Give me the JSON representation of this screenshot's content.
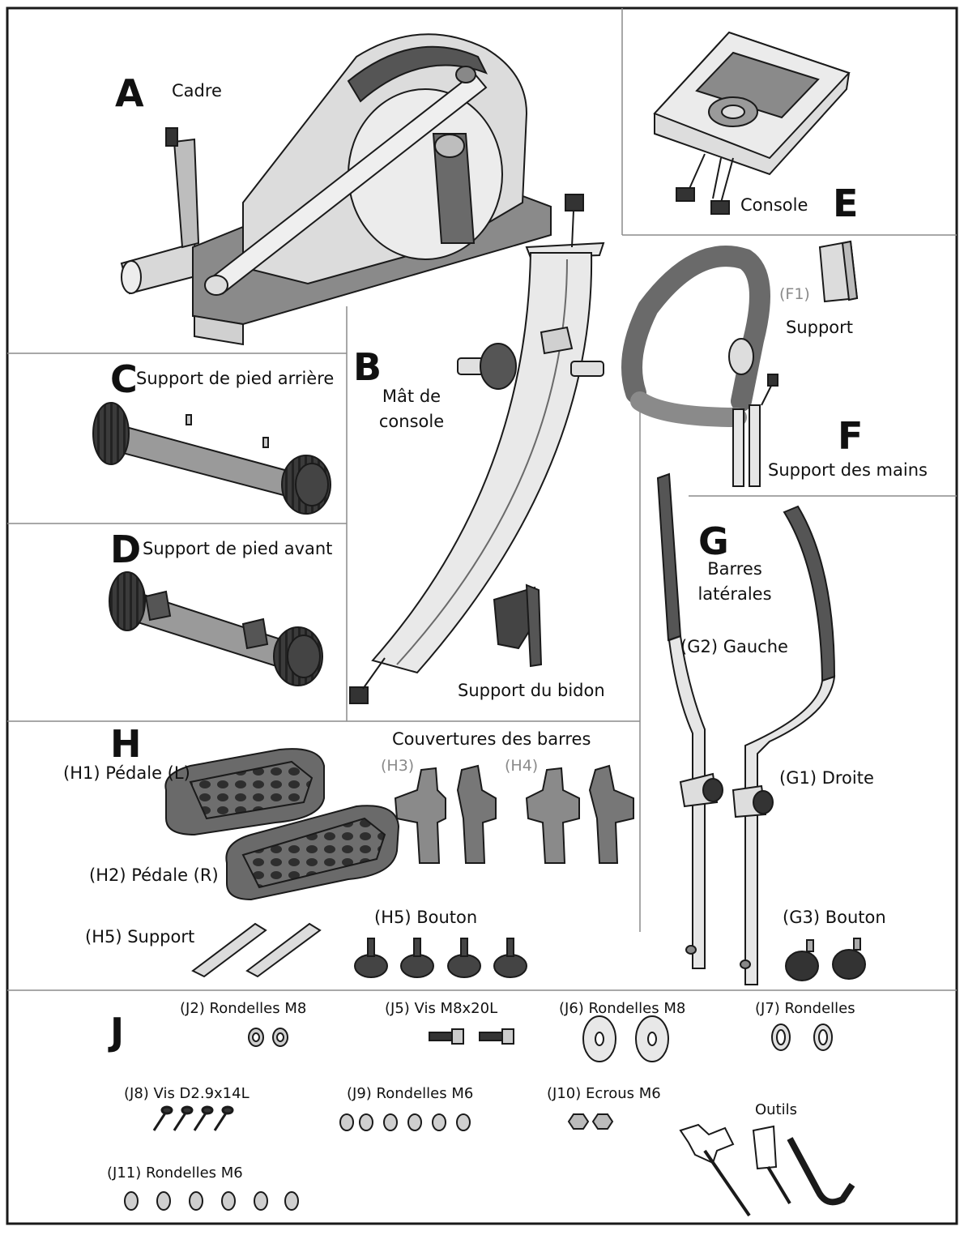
{
  "sections": {
    "A": {
      "letter": "A",
      "label": "Cadre"
    },
    "B": {
      "letter": "B",
      "label_line1": "Mât de",
      "label_line2": "console",
      "bottle_holder": "Support du bidon"
    },
    "C": {
      "letter": "C",
      "label": "Support de pied arrière"
    },
    "D": {
      "letter": "D",
      "label": "Support de pied avant"
    },
    "E": {
      "letter": "E",
      "label": "Console"
    },
    "F": {
      "letter": "F",
      "label": "Support des mains",
      "f1_code": "(F1)",
      "f1_label": "Support"
    },
    "G": {
      "letter": "G",
      "label_line1": "Barres",
      "label_line2": "latérales",
      "g2": "(G2) Gauche",
      "g1": "(G1) Droite",
      "g3": "(G3) Bouton"
    },
    "H": {
      "letter": "H",
      "h1": "(H1) Pédale (L)",
      "h2": "(H2) Pédale (R)",
      "covers": "Couvertures des barres",
      "h3": "(H3)",
      "h4": "(H4)",
      "h5_support": "(H5) Support",
      "h5_knob": "(H5) Bouton"
    },
    "J": {
      "letter": "J",
      "j2": "(J2) Rondelles M8",
      "j5": "(J5) Vis M8x20L",
      "j6": "(J6) Rondelles M8",
      "j7": "(J7) Rondelles",
      "j8": "(J8) Vis D2.9x14L",
      "j9": "(J9) Rondelles M6",
      "j10": "(J10) Ecrous M6",
      "j11": "(J11) Rondelles M6",
      "tools": "Outils"
    }
  },
  "colors": {
    "line": "#1a1a1a",
    "divider": "#8c8c8c",
    "part_dark": "#3b3b3b",
    "part_mid": "#8a8a8a",
    "part_light": "#e4e4e4"
  }
}
